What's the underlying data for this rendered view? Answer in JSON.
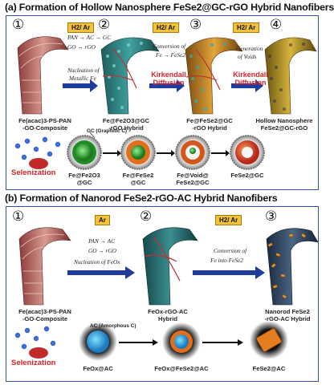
{
  "panel_a": {
    "title": "(a) Formation of Hollow Nanosphere FeSe2@GC-rGO Hybrid Nanofibers",
    "steps": [
      "①",
      "②",
      "③",
      "④"
    ],
    "gas": [
      "H2/ Ar",
      "H2/ Ar",
      "H2/ Ar"
    ],
    "arrow1_text": [
      "PAN → AC → GC",
      "GO → rGO",
      "Nucleation of",
      "Metallic Fe"
    ],
    "arrow2_text": [
      "Conversion of",
      "Fe → FeSe2"
    ],
    "arrow3_text": [
      "Generation",
      "of Voids"
    ],
    "kirkendall": [
      "Kirkendall",
      "Diffusion"
    ],
    "captions": [
      [
        "Fe(acac)3-PS-PAN",
        "-GO-Composite"
      ],
      [
        "Fe@Fe2O3@GC",
        "-rGO Hybrid"
      ],
      [
        "Fe@FeSe2@GC",
        "-rGO Hybrid"
      ],
      [
        "Hollow Nanosphere",
        "FeSe2@GC-rGO"
      ]
    ],
    "gc_label": "GC (Graphitic C)",
    "selenization": "Selenization",
    "sphere_labels": [
      [
        "Fe@Fe2O3",
        "@GC"
      ],
      [
        "Fe@FeSe2",
        "@GC"
      ],
      [
        "Fe@Void@",
        "FeSe2@GC"
      ],
      [
        "FeSe2@GC"
      ]
    ]
  },
  "panel_b": {
    "title": "(b) Formation of Nanorod FeSe2-rGO-AC Hybrid Nanofibers",
    "steps": [
      "①",
      "②",
      "③"
    ],
    "gas": [
      "Ar",
      "H2/ Ar"
    ],
    "arrow1_text": [
      "PAN → AC",
      "GO → rGO",
      "Nucleation of FeOx"
    ],
    "arrow2_text": [
      "Conversion of",
      "Fe into FeSe2"
    ],
    "captions": [
      [
        "Fe(acac)3-PS-PAN",
        "-GO-Composite"
      ],
      [
        "FeOx-rGO-AC",
        "Hybrid"
      ],
      [
        "Nanorod FeSe2",
        "-rGO-AC Hybrid"
      ]
    ],
    "ac_label": "AC (Amorphous C)",
    "selenization": "Selenization",
    "sphere_labels": [
      "FeOx@AC",
      "FeOx@FeSe2@AC",
      "FeSe2@AC"
    ]
  },
  "colors": {
    "frame": "#2d4fb0",
    "arrow": "#1f3c9c",
    "red": "#d8232a",
    "gas": "#f3c13a"
  }
}
